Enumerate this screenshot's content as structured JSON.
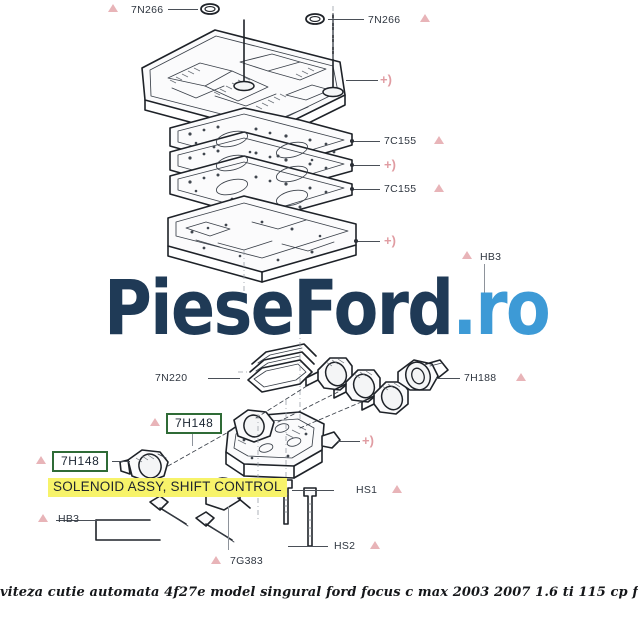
{
  "document": {
    "type": "exploded-parts-diagram",
    "subject": "Ford 4F27E automatic transmission valve body assembly"
  },
  "watermark": {
    "text_dark": "PieseFord",
    "text_blue": ".ro",
    "color_dark": "#1f3a56",
    "color_blue": "#3d9ad6"
  },
  "caption": {
    "text": "viteza cutie automata 4f27e model singural ford focus c max 2003 2007 1.6 ti 115 cp f"
  },
  "highlight": {
    "label": "SOLENOID ASSY, SHIFT CONTROL",
    "color": "#f7f36a"
  },
  "boxed_parts": [
    {
      "id": "boxed-7h148-upper",
      "number": "7H148",
      "border_color": "#2f6b36"
    },
    {
      "id": "boxed-7h148-lower",
      "number": "7H148",
      "border_color": "#2f6b36"
    }
  ],
  "callouts": [
    {
      "id": "callout-7n266-left",
      "number": "7N266",
      "marker": "triangle"
    },
    {
      "id": "callout-7n266-right",
      "number": "7N266",
      "marker": "triangle"
    },
    {
      "id": "callout-7c155-upper",
      "number": "7C155",
      "marker": "triangle"
    },
    {
      "id": "callout-7c155-lower",
      "number": "7C155",
      "marker": "triangle"
    },
    {
      "id": "callout-hb3-right",
      "number": "HB3",
      "marker": "triangle"
    },
    {
      "id": "callout-7h188",
      "number": "7H188",
      "marker": "triangle"
    },
    {
      "id": "callout-7n220",
      "number": "7N220",
      "marker": "none"
    },
    {
      "id": "callout-hb3-left",
      "number": "HB3",
      "marker": "triangle"
    },
    {
      "id": "callout-7g383",
      "number": "7G383",
      "marker": "triangle"
    },
    {
      "id": "callout-hs1",
      "number": "HS1",
      "marker": "triangle"
    },
    {
      "id": "callout-hs2",
      "number": "HS2",
      "marker": "triangle"
    }
  ],
  "fastener_marks": [
    {
      "id": "fastener-mark-1",
      "glyph": "+)"
    },
    {
      "id": "fastener-mark-2",
      "glyph": "+)"
    },
    {
      "id": "fastener-mark-3",
      "glyph": "+)"
    },
    {
      "id": "fastener-mark-4",
      "glyph": "+)"
    },
    {
      "id": "fastener-mark-5",
      "glyph": "+)"
    }
  ],
  "colors": {
    "marker_pink": "#e8b4b8",
    "leader_line": "#4a4f57",
    "box_green": "#2f6b36",
    "text": "#2f3640"
  }
}
